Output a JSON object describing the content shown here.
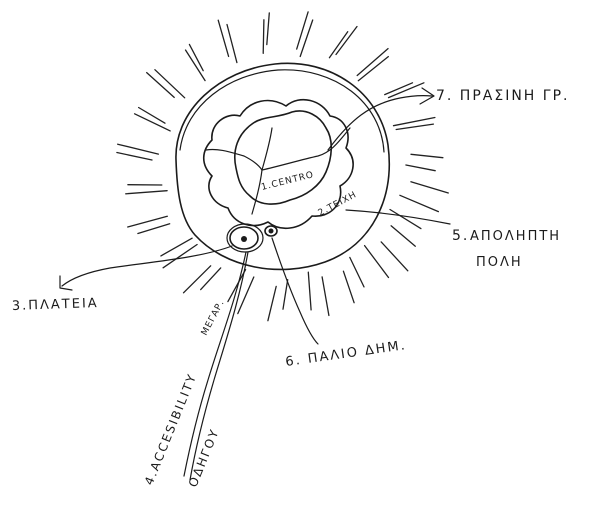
{
  "labels": {
    "center": "1.CENTRO",
    "walls": "2.ΤΕΙΧΗ",
    "square": "3.ΠΛΑΤΕΙΑ",
    "accessibility": "4.ACCESIBILITY",
    "accessibility_sub": "ΟΔΗΓΟΥ",
    "street": "ΜΕΓΑΡ.",
    "lost_city_num": "5.",
    "lost_city_1": "ΑΠΟΛΗΠΤΗ",
    "lost_city_2": "ΠΟΛΗ",
    "old_town": "6. ΠΑΛΙΟ ΔΗΜ.",
    "green_belt": "7. ΠΡΑΣΙΝΗ ΓΡ."
  }
}
